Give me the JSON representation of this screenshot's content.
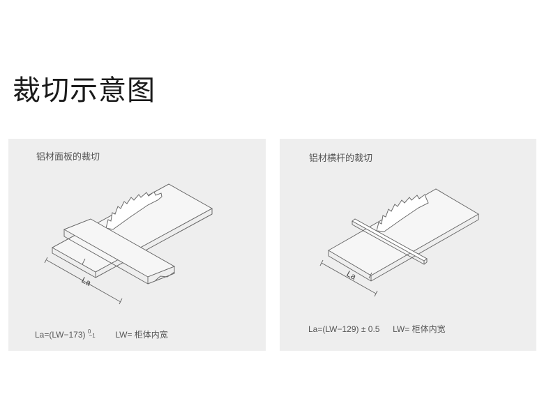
{
  "page": {
    "title": "裁切示意图"
  },
  "panels": [
    {
      "label": "铝材面板的裁切",
      "dimension_label": "La",
      "formula": {
        "la": "La=(LW−173)",
        "tol_upper": "0",
        "tol_lower": "−1",
        "lw": "LW= 柜体内宽"
      }
    },
    {
      "label": "铝材横杆的裁切",
      "dimension_label": "La",
      "formula": {
        "la": "La=(LW−129)",
        "tol": "± 0.5",
        "lw": "LW= 柜体内宽"
      }
    }
  ],
  "colors": {
    "panel_bg": "#eeeeee",
    "line": "#6a6a6a",
    "text": "#555555"
  }
}
